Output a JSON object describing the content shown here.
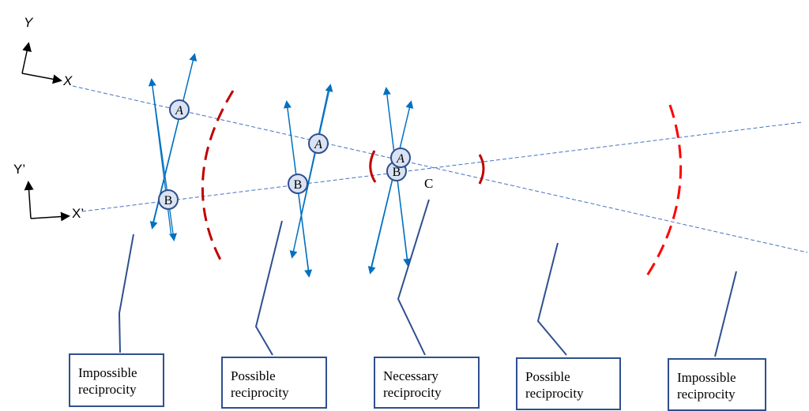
{
  "diagram": {
    "axes": [
      {
        "id": "upper",
        "x_label": "X",
        "y_label": "Y"
      },
      {
        "id": "lower",
        "x_label": "X’",
        "y_label": "Y’"
      }
    ],
    "convergence_point_label": "C",
    "node_labels": {
      "a": "A",
      "b": "B"
    },
    "zones": [
      {
        "label_line1": "Impossible",
        "label_line2": "reciprocity"
      },
      {
        "label_line1": "Possible",
        "label_line2": "reciprocity"
      },
      {
        "label_line1": "Necessary",
        "label_line2": "reciprocity"
      },
      {
        "label_line1": "Possible",
        "label_line2": "reciprocity"
      },
      {
        "label_line1": "Impossible",
        "label_line2": "reciprocity"
      }
    ],
    "colors": {
      "trajectory_line": "#4472C4",
      "vector_arrow": "#0070C0",
      "boundary_arc": "#C00000",
      "boundary_arc_bright": "#FF0000",
      "node_fill": "#DAE3F3",
      "node_stroke": "#2F4F8F",
      "callout": "#2F4F8F"
    }
  }
}
